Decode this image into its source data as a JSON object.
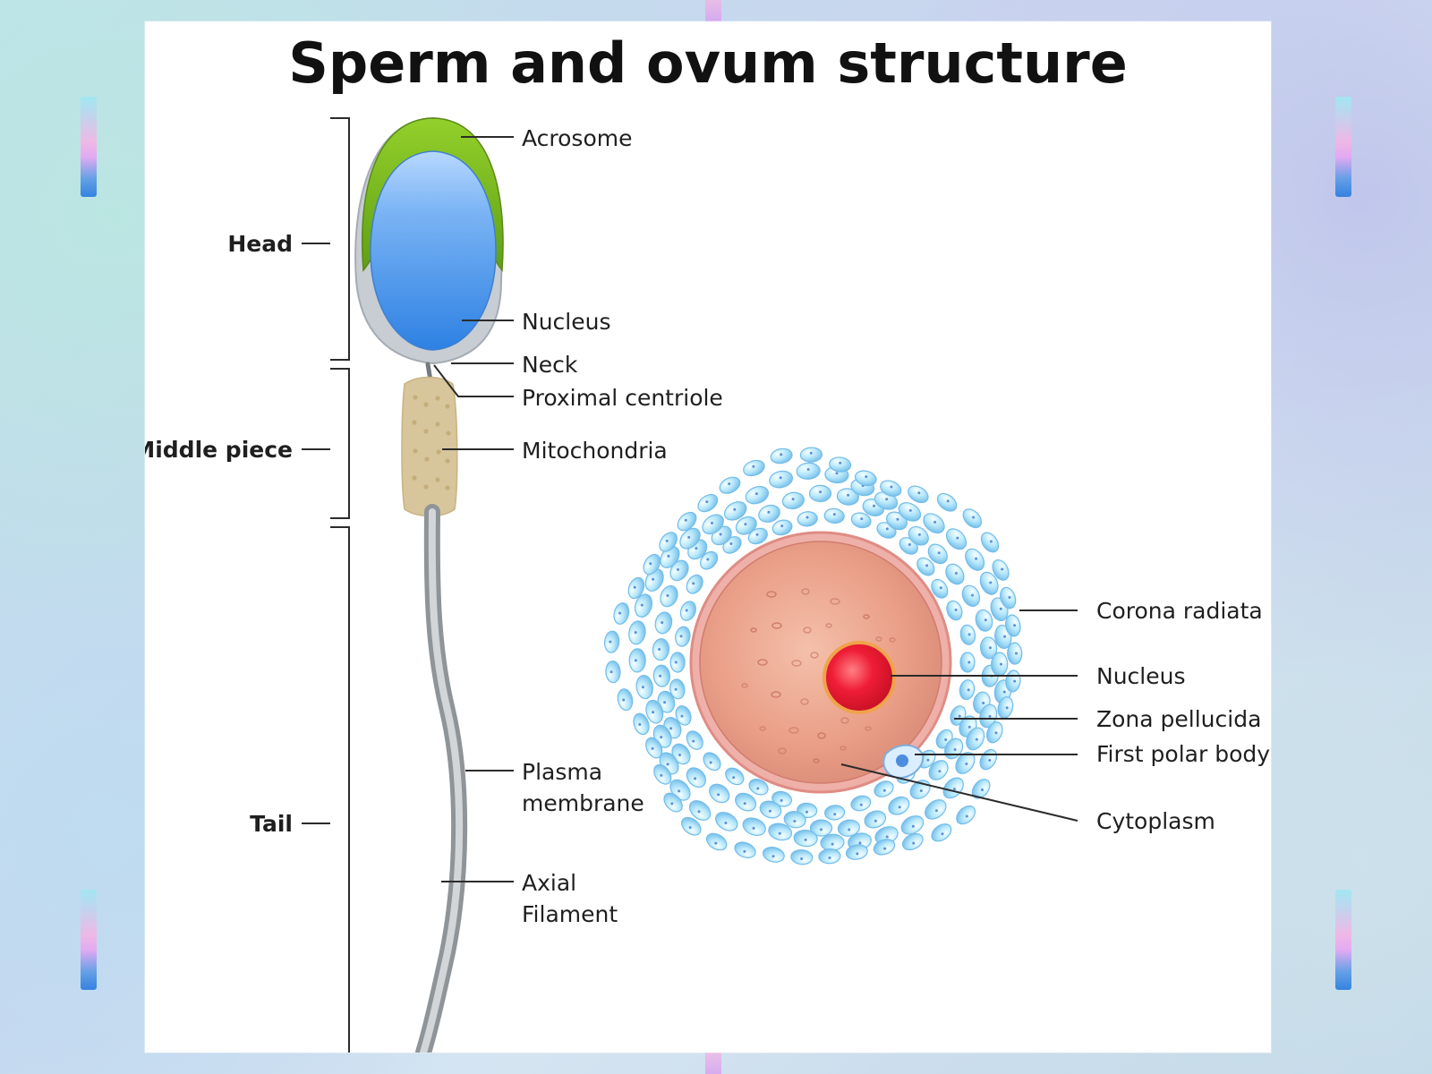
{
  "title": "Sperm and ovum structure",
  "labels": {
    "acrosome": "Acrosome",
    "head": "Head",
    "nucleus_sperm": "Nucleus",
    "neck": "Neck",
    "proximal_centriole": "Proximal centriole",
    "middle_piece": "Middle piece",
    "mitochondria": "Mitochondria",
    "plasma_membrane_1": "Plasma",
    "plasma_membrane_2": "membrane",
    "tail": "Tail",
    "axial_filament_1": "Axial",
    "axial_filament_2": "Filament",
    "corona_radiata": "Corona radiata",
    "nucleus_ovum": "Nucleus",
    "zona_pellucida": "Zona pellucida",
    "first_polar_body": "First polar body",
    "cytoplasm": "Cytoplasm"
  },
  "colors": {
    "acrosome": "#73b51e",
    "sperm_head": "#4b96ea",
    "sperm_outer": "#c7cdd3",
    "tail": "#8f9498",
    "mitochondria": "#d7c59b",
    "corona_fill": "#9fd9f3",
    "corona_outline": "#67b7e8",
    "cytoplasm": "#e9a08b",
    "zona": "#f3b6b0",
    "ovum_nucleus": "#d9142c",
    "text": "#1f1f1f",
    "line": "#2a2a2a"
  }
}
